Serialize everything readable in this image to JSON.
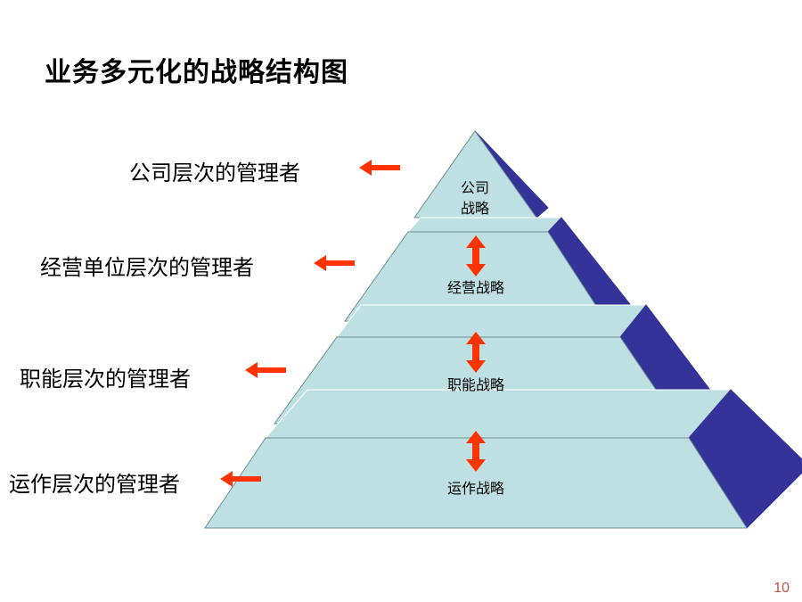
{
  "title": "业务多元化的战略结构图",
  "levels": [
    {
      "manager": "公司层次的管理者",
      "strategy_line1": "公司",
      "strategy_line2": "战略"
    },
    {
      "manager": "经营单位层次的管理者",
      "strategy": "经营战略"
    },
    {
      "manager": "职能层次的管理者",
      "strategy": "职能战略"
    },
    {
      "manager": "运作层次的管理者",
      "strategy": "运作战略"
    }
  ],
  "page_number": "10",
  "colors": {
    "layer_front": "#bfe0e2",
    "layer_side": "#333399",
    "arrow": "#ff3300",
    "outline": "#6c8f92"
  },
  "icons": {
    "pointer": "left-arrow-icon",
    "connector": "double-headed-vertical-arrow-icon"
  }
}
